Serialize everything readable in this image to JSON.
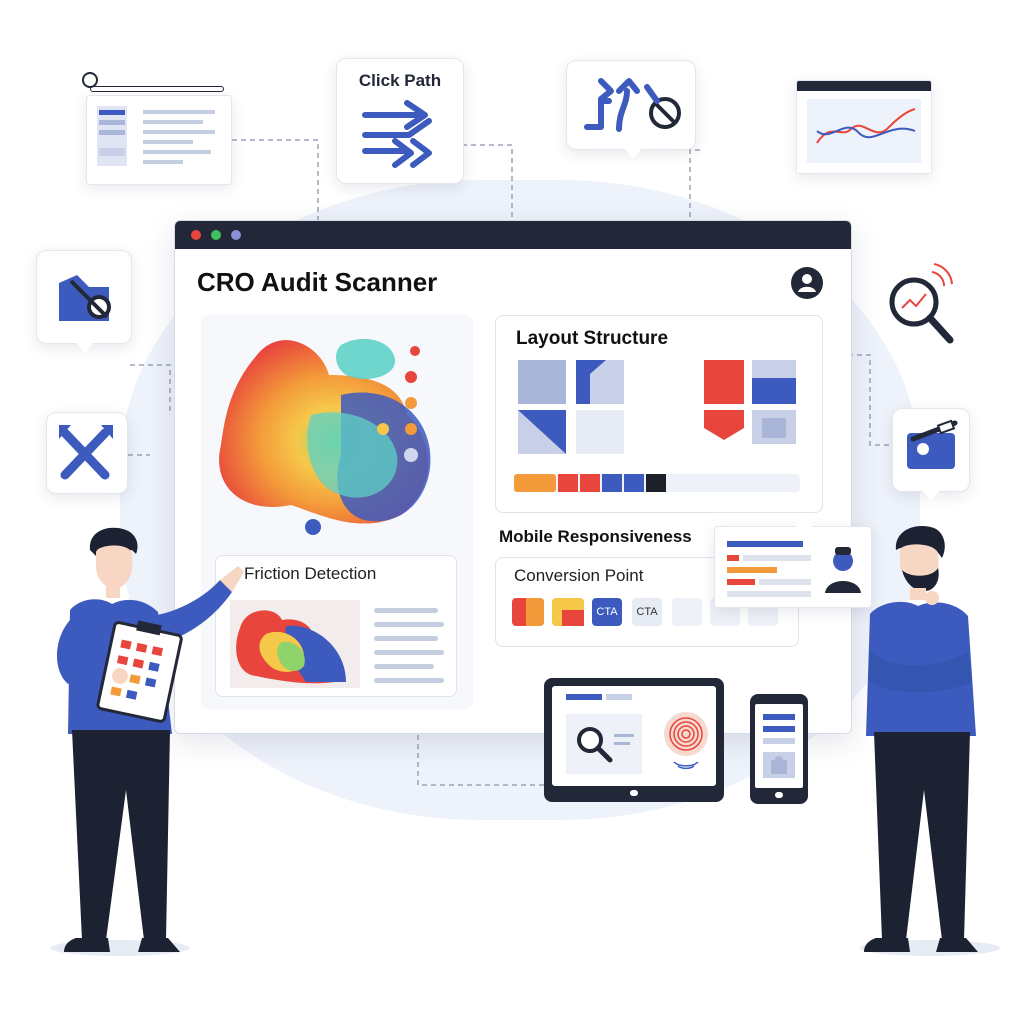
{
  "app": {
    "title": "CRO Audit Scanner"
  },
  "panels": {
    "layout_structure": "Layout Structure",
    "mobile_responsiveness": "Mobile Responsiveness",
    "friction_detection": "Friction Detection",
    "conversion_point": "Conversion Point"
  },
  "cards": {
    "click_path": "Click Path"
  },
  "cta": {
    "label_1": "CTA",
    "label_2": "CTA"
  },
  "icons": [
    "document-icon",
    "click-path-icon",
    "route-block-icon",
    "line-chart-icon",
    "link-tag-icon",
    "crossed-arrows-icon",
    "magnifier-signal-icon",
    "image-edit-icon",
    "user-avatar-icon",
    "fingerprint-icon",
    "search-icon"
  ],
  "colors": {
    "accent_blue": "#3d5bbf",
    "dark": "#232838",
    "red": "#e8453c",
    "orange": "#f39a3a",
    "yellow": "#f6c84a",
    "green": "#8fd36a",
    "teal": "#5fd1c6"
  }
}
